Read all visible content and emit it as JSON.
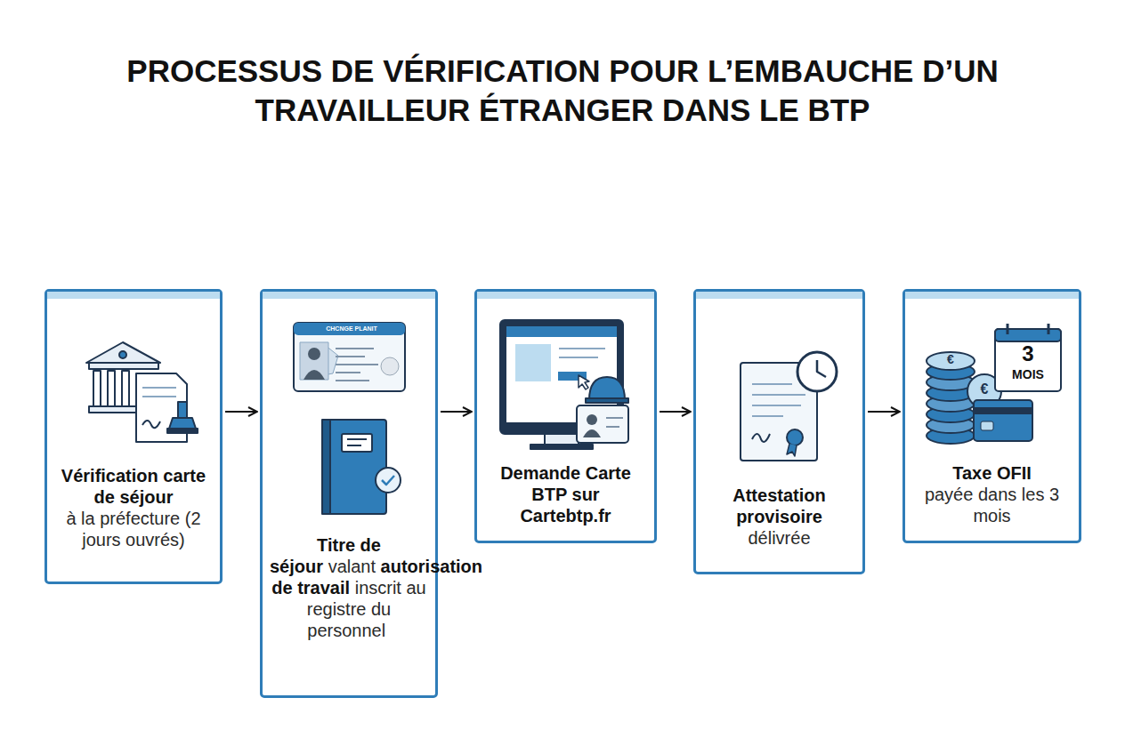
{
  "diagram": {
    "title": "PROCESSUS DE VÉRIFICATION POUR L’EMBAUCHE D’UN TRAVAILLEUR ÉTRANGER DANS LE BTP",
    "nodes": [
      {
        "text": [
          "Vérification carte de séjour",
          "à la préfecture (2 jours ouvrés)"
        ]
      },
      {
        "text": [
          "Titre de séjour",
          "valant",
          "autorisation de travail",
          "inscrit au registre du personnel"
        ]
      },
      {
        "text": [
          "Demande Carte BTP sur Cartebtp.fr"
        ]
      },
      {
        "text": [
          "Attestation provisoire",
          "délivrée"
        ]
      },
      {
        "text": [
          "Taxe OFII",
          "payée dans les 3 mois"
        ]
      }
    ],
    "edges": [
      {
        "from": 0,
        "to": 1,
        "arrow": "to"
      },
      {
        "from": 1,
        "to": 2,
        "arrow": "to"
      },
      {
        "from": 2,
        "to": 3,
        "arrow": "to"
      },
      {
        "from": 3,
        "to": 4,
        "arrow": "to"
      }
    ],
    "labels": [
      "CHCNGE PLANIT",
      "3",
      "MOIS",
      "€",
      "€"
    ]
  }
}
